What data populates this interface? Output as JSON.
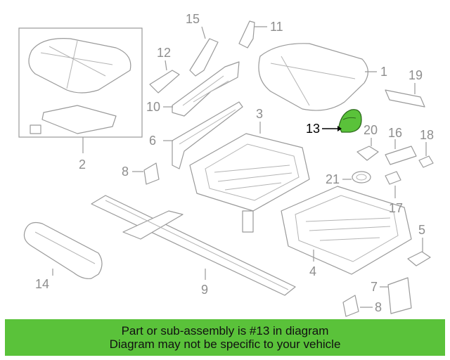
{
  "callouts": {
    "c1": "1",
    "c2": "2",
    "c3": "3",
    "c4": "4",
    "c5": "5",
    "c6": "6",
    "c7": "7",
    "c8a": "8",
    "c8b": "8",
    "c9": "9",
    "c10": "10",
    "c11": "11",
    "c12": "12",
    "c13": "13",
    "c14": "14",
    "c15": "15",
    "c16": "16",
    "c17": "17",
    "c18": "18",
    "c19": "19",
    "c20": "20",
    "c21": "21"
  },
  "highlight": {
    "part": "13",
    "color": "#5ac23a"
  },
  "banner": {
    "line1": "Part or sub-assembly is #13 in diagram",
    "line2": "Diagram may not be specific to your vehicle",
    "color": "#5ac23a"
  }
}
